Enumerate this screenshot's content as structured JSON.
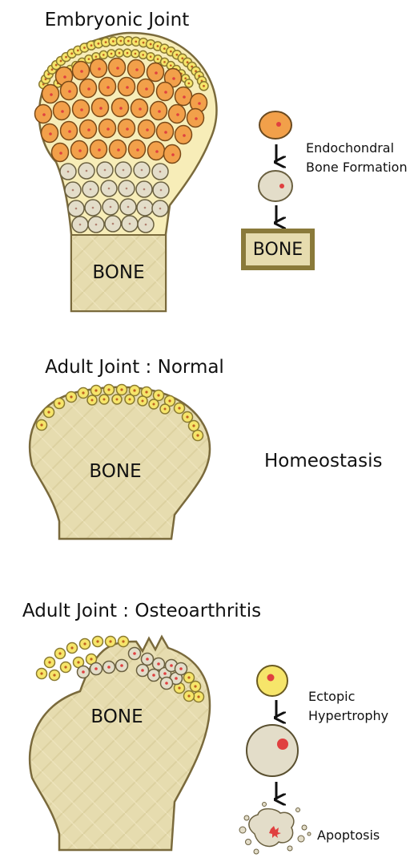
{
  "panels": {
    "embryonic": {
      "title": "Embryonic Joint",
      "bone_label": "BONE",
      "process_label_line1": "Endochondral",
      "process_label_line2": "Bone Formation",
      "box_label": "BONE"
    },
    "normal": {
      "title": "Adult Joint : Normal",
      "bone_label": "BONE",
      "state_label": "Homeostasis"
    },
    "oa": {
      "title": "Adult Joint : Osteoarthritis",
      "bone_label": "BONE",
      "step1_line1": "Ectopic",
      "step1_line2": "Hypertrophy",
      "step2_label": "Apoptosis"
    }
  },
  "colors": {
    "cartilage": "#f7edb8",
    "bone": "#e6dcaf",
    "outline": "#7a6a3c",
    "orange_cell": "#f2a04a",
    "yellow_cell": "#f6e56a",
    "grey_cell": "#e3ddc9",
    "nucleus": "#e04040",
    "arrow": "#111111"
  }
}
